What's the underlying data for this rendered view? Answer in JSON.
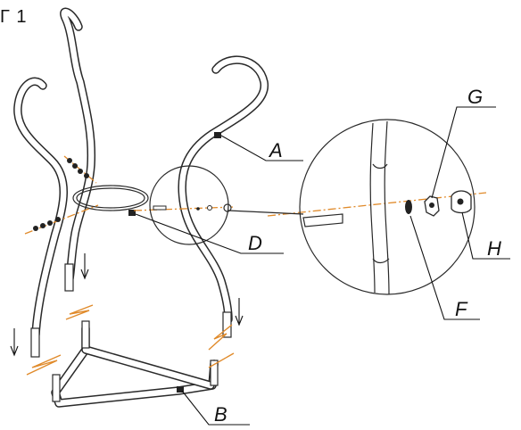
{
  "step": {
    "label": "Г 1"
  },
  "callouts": {
    "A": "A",
    "B": "B",
    "D": "D",
    "F": "F",
    "G": "G",
    "H": "H"
  },
  "colors": {
    "line": "#2a2a2a",
    "axis": "#e08a2a",
    "background": "#ffffff"
  },
  "icons": {
    "down_arrow": "down-arrow-icon"
  }
}
